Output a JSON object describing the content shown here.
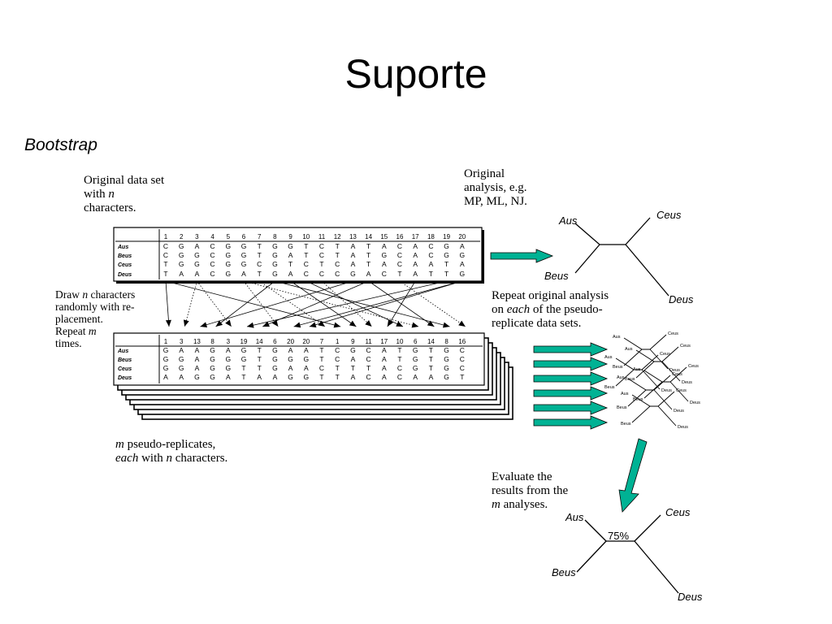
{
  "slide": {
    "title": "Suporte",
    "subtitle": "Bootstrap"
  },
  "labels": {
    "original_data": [
      "Original data set",
      "with n",
      "characters."
    ],
    "original_analysis": [
      "Original",
      "analysis, e.g.",
      "MP, ML, NJ."
    ],
    "draw": [
      "Draw n characters",
      "randomly with re-",
      "placement.",
      "Repeat m",
      "times."
    ],
    "repeat": [
      "Repeat original analysis",
      "on each of the pseudo-",
      "replicate data sets."
    ],
    "pseudo": [
      "m pseudo-replicates,",
      "each with n characters."
    ],
    "evaluate": [
      "Evaluate the",
      "results from the",
      "m analyses."
    ]
  },
  "original_matrix": {
    "columns": [
      "1",
      "2",
      "3",
      "4",
      "5",
      "6",
      "7",
      "8",
      "9",
      "10",
      "11",
      "12",
      "13",
      "14",
      "15",
      "16",
      "17",
      "18",
      "19",
      "20"
    ],
    "taxa": [
      "Aus",
      "Beus",
      "Ceus",
      "Deus"
    ],
    "rows": [
      "CGACGGTGGTCTATACACGA",
      "CGGCGGTGATCTATGCACGG",
      "TGGCGGCGTCTCATACAATA",
      "TAACGATGACCCGACTATTG"
    ]
  },
  "replicate_matrix": {
    "columns": [
      "1",
      "3",
      "13",
      "8",
      "3",
      "19",
      "14",
      "6",
      "20",
      "20",
      "7",
      "1",
      "9",
      "11",
      "17",
      "10",
      "6",
      "14",
      "8",
      "16"
    ],
    "taxa": [
      "Aus",
      "Beus",
      "Ceus",
      "Deus"
    ],
    "rows": [
      "GAAGAGTGAATCGCATGTGC",
      "GGAGGGTGGGTCACATGTGC",
      "GGAGGTTGAACTTTACGTGC",
      "AAGGATAAGGTTACACAAGT"
    ]
  },
  "trees": {
    "original": {
      "taxa": [
        "Aus",
        "Beus",
        "Ceus",
        "Deus"
      ]
    },
    "consensus": {
      "taxa": [
        "Aus",
        "Beus",
        "Ceus",
        "Deus"
      ],
      "support": "75%"
    }
  },
  "colors": {
    "arrow": "#00b294",
    "line": "#000000",
    "shadow": "#000000"
  }
}
